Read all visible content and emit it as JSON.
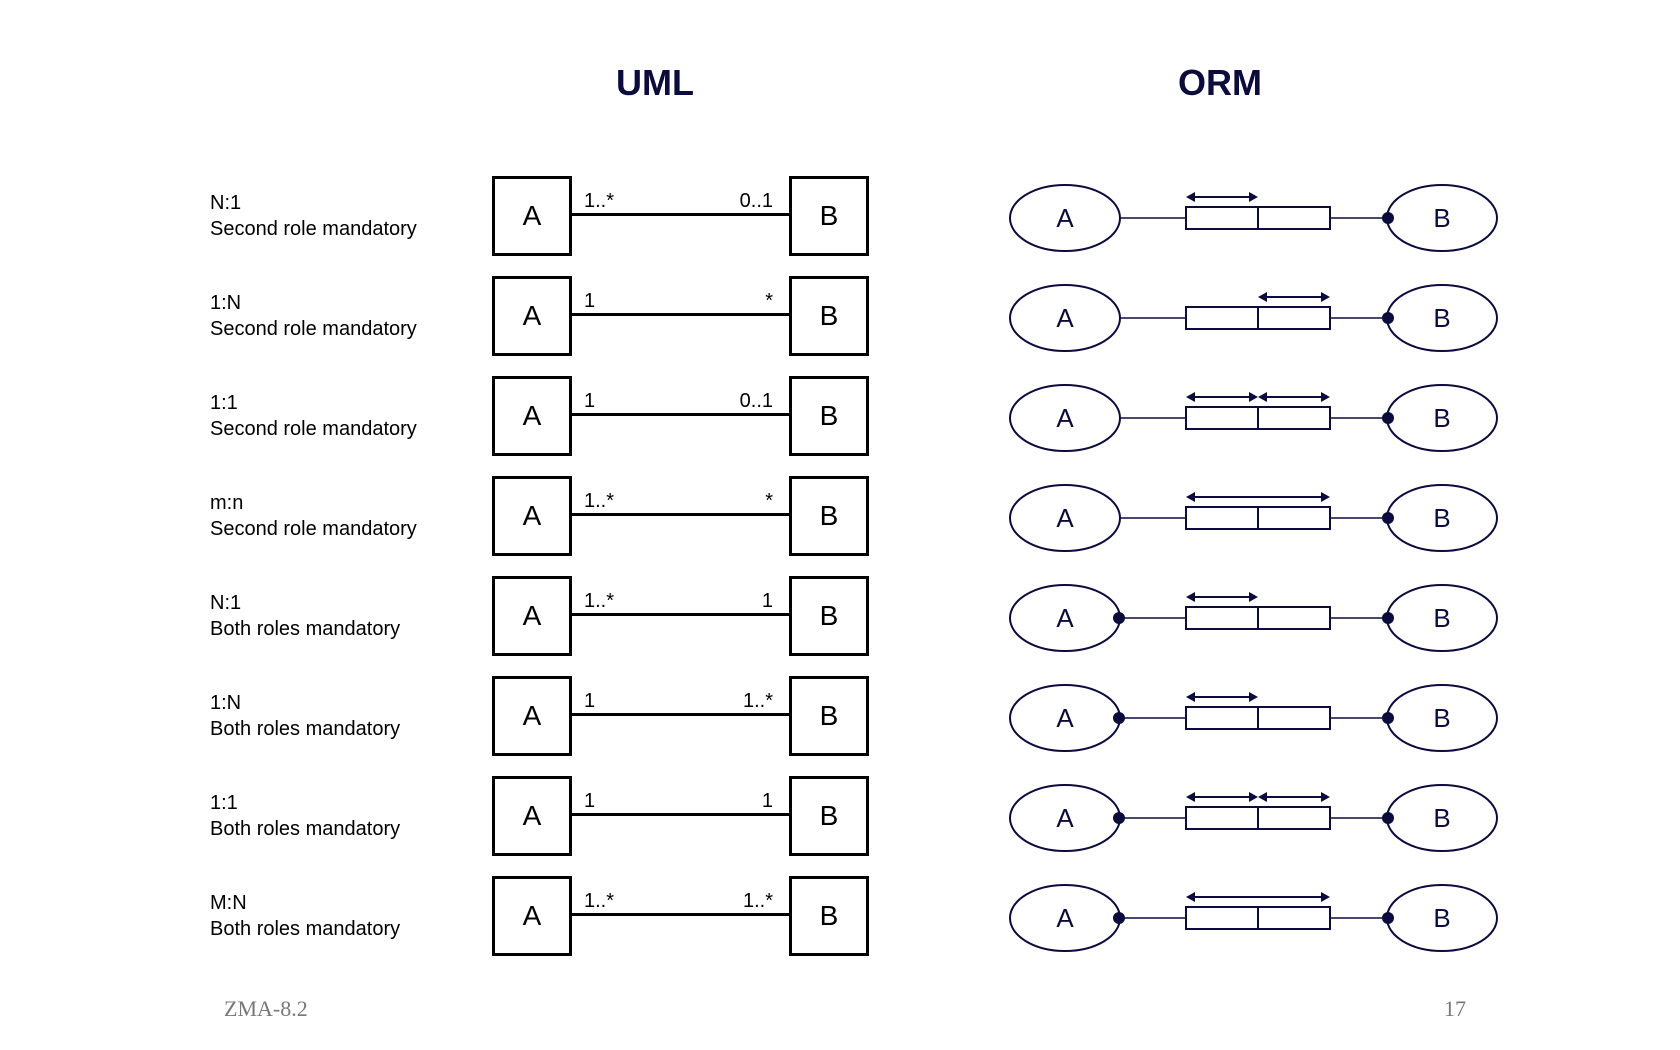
{
  "titles": {
    "uml": "UML",
    "orm": "ORM"
  },
  "rows": [
    {
      "kind": "N:1",
      "desc": "Second role mandatory",
      "a": "A",
      "b": "B",
      "mult_a": "1..*",
      "mult_b": "0..1",
      "orm_dot_a": false,
      "orm_dot_b": true,
      "orm_arrows": "left"
    },
    {
      "kind": "1:N",
      "desc": "Second role mandatory",
      "a": "A",
      "b": "B",
      "mult_a": "1",
      "mult_b": "*",
      "orm_dot_a": false,
      "orm_dot_b": true,
      "orm_arrows": "right"
    },
    {
      "kind": "1:1",
      "desc": "Second role mandatory",
      "a": "A",
      "b": "B",
      "mult_a": "1",
      "mult_b": "0..1",
      "orm_dot_a": false,
      "orm_dot_b": true,
      "orm_arrows": "both-separate"
    },
    {
      "kind": "m:n",
      "desc": "Second role mandatory",
      "a": "A",
      "b": "B",
      "mult_a": "1..*",
      "mult_b": "*",
      "orm_dot_a": false,
      "orm_dot_b": true,
      "orm_arrows": "spanning"
    },
    {
      "kind": "N:1",
      "desc": "Both roles mandatory",
      "a": "A",
      "b": "B",
      "mult_a": "1..*",
      "mult_b": "1",
      "orm_dot_a": true,
      "orm_dot_b": true,
      "orm_arrows": "left"
    },
    {
      "kind": "1:N",
      "desc": "Both roles mandatory",
      "a": "A",
      "b": "B",
      "mult_a": "1",
      "mult_b": "1..*",
      "orm_dot_a": true,
      "orm_dot_b": true,
      "orm_arrows": "left"
    },
    {
      "kind": "1:1",
      "desc": "Both roles mandatory",
      "a": "A",
      "b": "B",
      "mult_a": "1",
      "mult_b": "1",
      "orm_dot_a": true,
      "orm_dot_b": true,
      "orm_arrows": "both-separate"
    },
    {
      "kind": "M:N",
      "desc": "Both roles mandatory",
      "a": "A",
      "b": "B",
      "mult_a": "1..*",
      "mult_b": "1..*",
      "orm_dot_a": true,
      "orm_dot_b": true,
      "orm_arrows": "spanning"
    }
  ],
  "footer": {
    "left": "ZMA-8.2",
    "right": "17"
  },
  "colors": {
    "title": "#0b0b3c",
    "orm_stroke": "#0b0b3c"
  }
}
